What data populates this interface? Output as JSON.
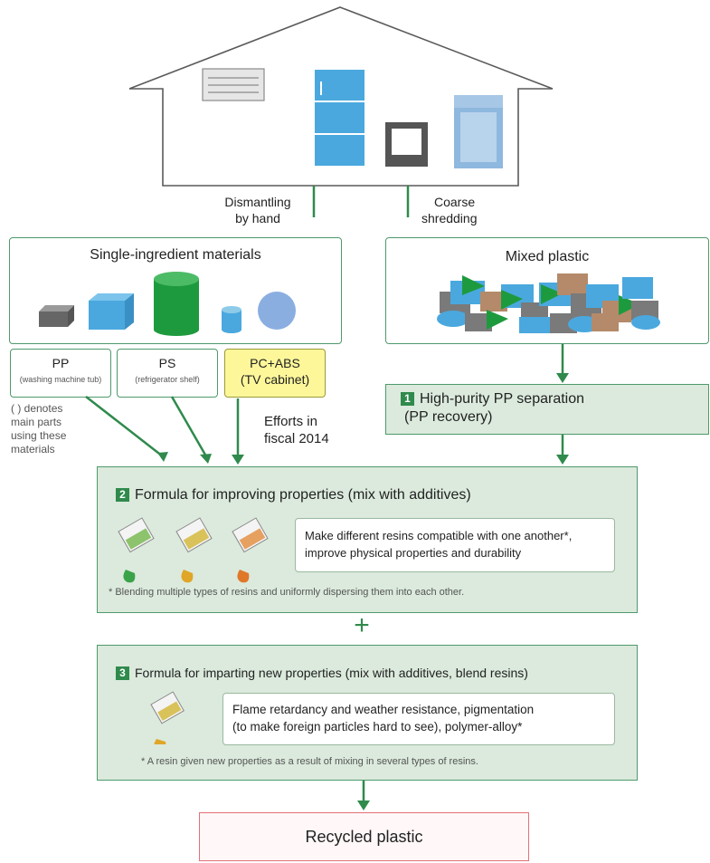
{
  "house": {
    "left_label": [
      "Dismantling",
      "by hand"
    ],
    "right_label": [
      "Coarse",
      "shredding"
    ]
  },
  "single": {
    "title": "Single-ingredient materials",
    "materials": [
      {
        "name": "PP",
        "part": "(washing machine tub)"
      },
      {
        "name": "PS",
        "part": "(refrigerator shelf)"
      },
      {
        "name": "PC+ABS",
        "part": "(TV cabinet)"
      }
    ],
    "note": [
      "( ) denotes",
      "main parts",
      "using these",
      "materials"
    ],
    "efforts": [
      "Efforts in",
      "fiscal 2014"
    ]
  },
  "mixed": {
    "title": "Mixed plastic"
  },
  "step1": {
    "number": "1",
    "title_line1": "High-purity PP separation",
    "title_line2": "(PP recovery)"
  },
  "step2": {
    "number": "2",
    "title": "Formula for improving properties (mix with additives)",
    "desc_line1": "Make different resins compatible with one another*,",
    "desc_line2": "improve physical properties and durability",
    "footnote": "* Blending multiple types of resins and uniformly dispersing them into each other."
  },
  "plus": "+",
  "step3": {
    "number": "3",
    "title": "Formula for imparting new properties (mix with additives, blend resins)",
    "desc_line1": "Flame retardancy and weather resistance, pigmentation",
    "desc_line2": "(to make foreign particles hard to see), polymer-alloy*",
    "footnote": "* A resin given new properties as a result of mixing in several types of resins."
  },
  "result": "Recycled plastic",
  "colors": {
    "green": "#2f8a4c",
    "box_border": "#4e9a6c",
    "box_fill": "#dbeadc",
    "appliance_blue": "#4aa8de",
    "highlight_yellow": "#fdf79a",
    "result_border": "#e4707a"
  }
}
